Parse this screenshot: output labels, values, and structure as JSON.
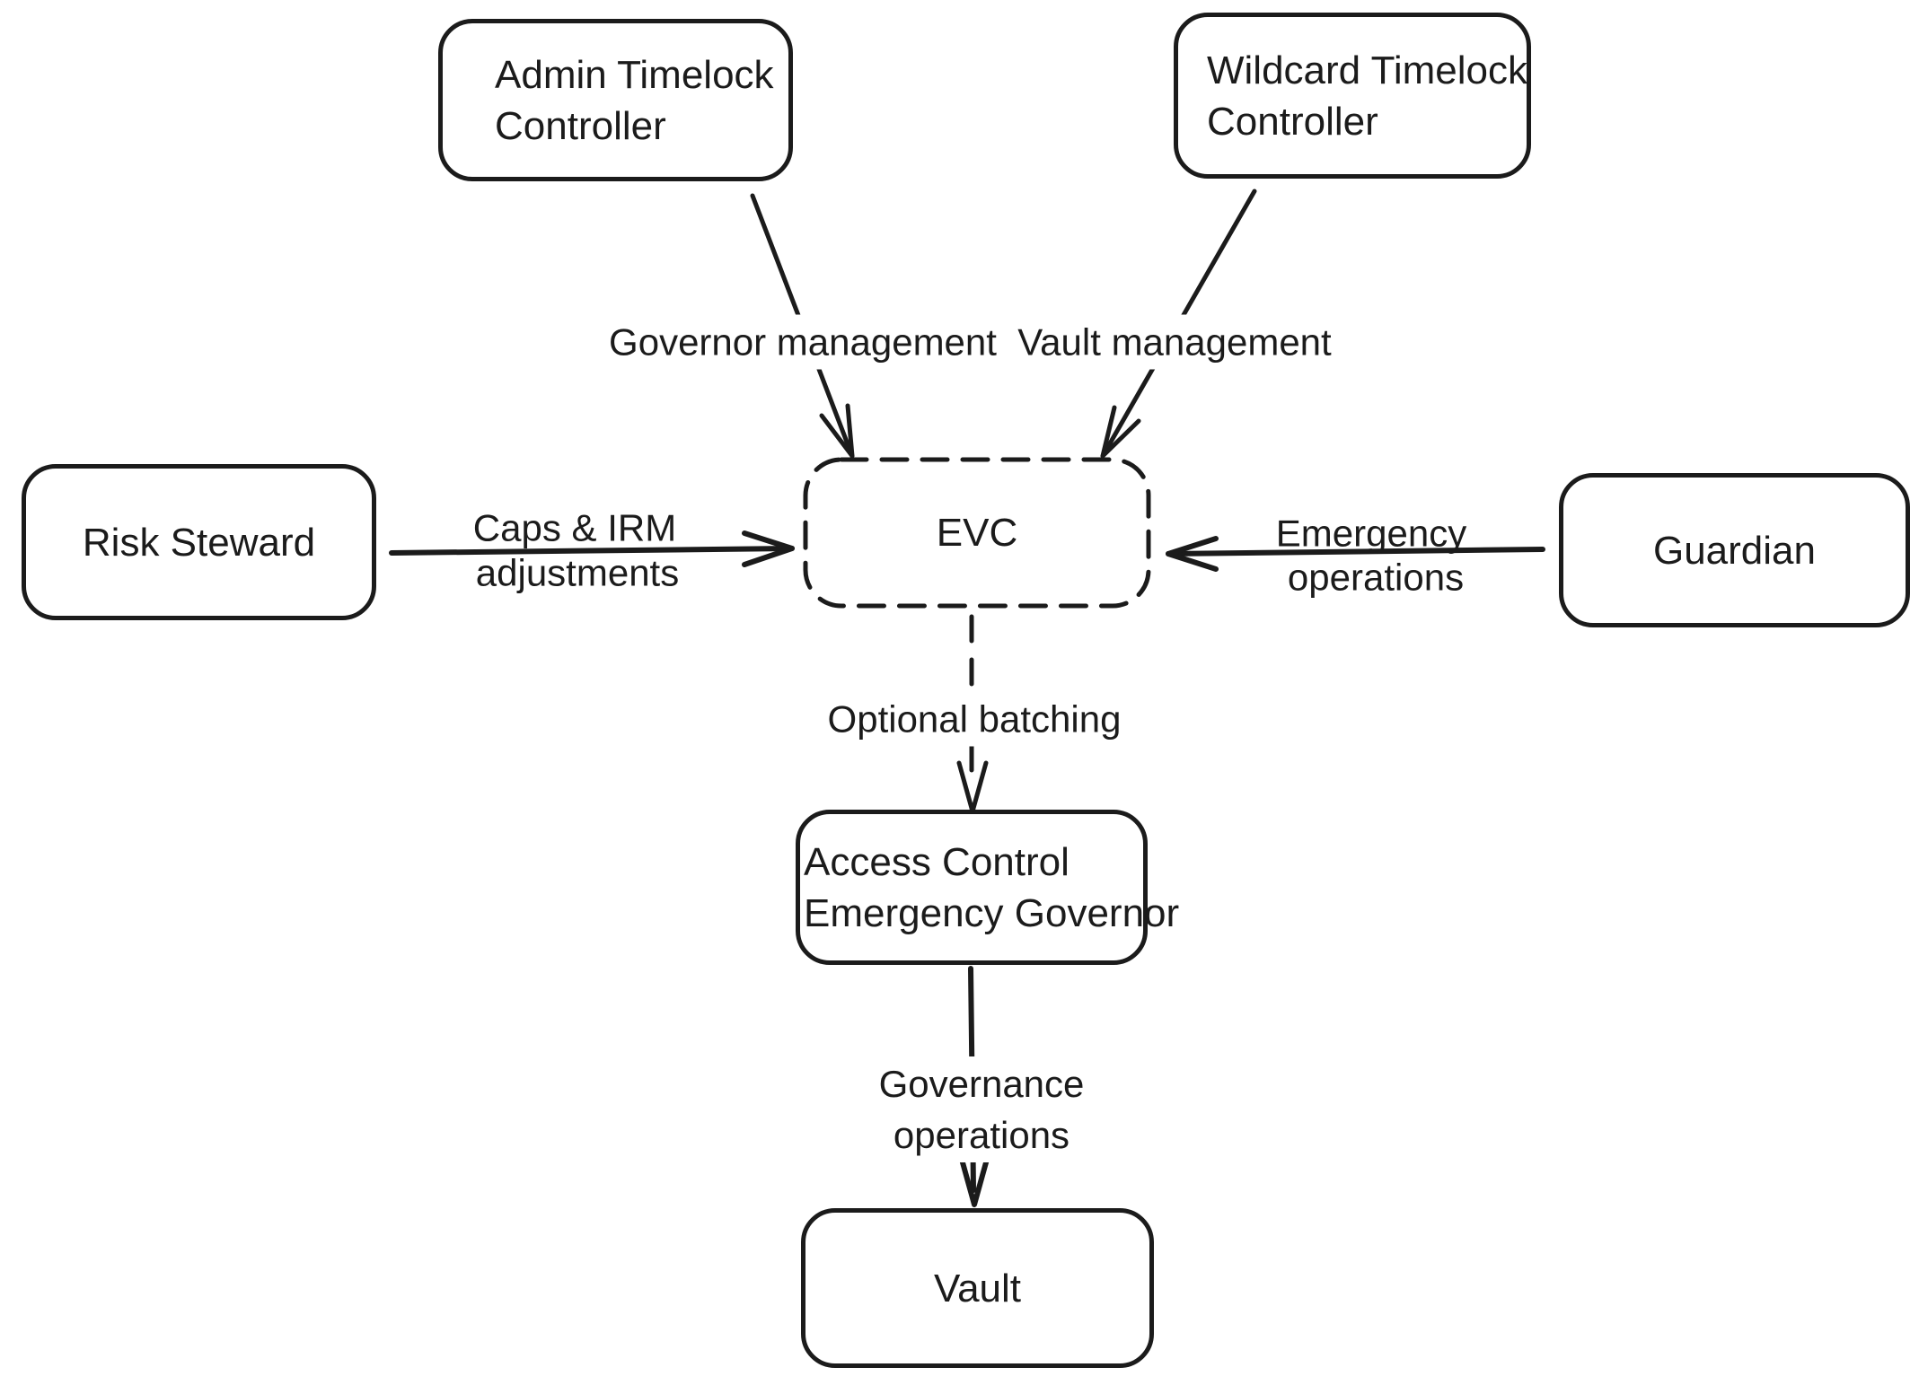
{
  "diagram": {
    "background_color": "#ffffff",
    "stroke_color": "#1b1b1b",
    "style": "hand-drawn flowchart"
  },
  "nodes": [
    {
      "id": "admin-timelock-controller",
      "lines": [
        "Admin Timelock",
        "Controller"
      ],
      "border": "solid"
    },
    {
      "id": "wildcard-timelock-controller",
      "lines": [
        "Wildcard Timelock",
        "Controller"
      ],
      "border": "solid"
    },
    {
      "id": "risk-steward",
      "lines": [
        "Risk Steward"
      ],
      "border": "solid"
    },
    {
      "id": "evc",
      "lines": [
        "EVC"
      ],
      "border": "dashed"
    },
    {
      "id": "guardian",
      "lines": [
        "Guardian"
      ],
      "border": "solid"
    },
    {
      "id": "access-control-emergency-governor",
      "lines": [
        "Access Control",
        "Emergency Governor"
      ],
      "border": "solid"
    },
    {
      "id": "vault",
      "lines": [
        "Vault"
      ],
      "border": "solid"
    }
  ],
  "edges": [
    {
      "id": "governor-management",
      "from": "admin-timelock-controller",
      "to": "evc",
      "style": "solid",
      "label": "Governor management"
    },
    {
      "id": "vault-management",
      "from": "wildcard-timelock-controller",
      "to": "evc",
      "style": "solid",
      "label": "Vault management"
    },
    {
      "id": "caps-irm-adjustments",
      "from": "risk-steward",
      "to": "evc",
      "style": "solid",
      "label_lines": [
        "Caps & IRM",
        "adjustments"
      ]
    },
    {
      "id": "emergency-operations",
      "from": "guardian",
      "to": "evc",
      "style": "solid",
      "label_lines": [
        "Emergency",
        "operations"
      ]
    },
    {
      "id": "optional-batching",
      "from": "evc",
      "to": "access-control-emergency-governor",
      "style": "dashed",
      "label": "Optional batching"
    },
    {
      "id": "governance-operations",
      "from": "access-control-emergency-governor",
      "to": "vault",
      "style": "solid",
      "label_lines": [
        "Governance",
        "operations"
      ]
    }
  ]
}
